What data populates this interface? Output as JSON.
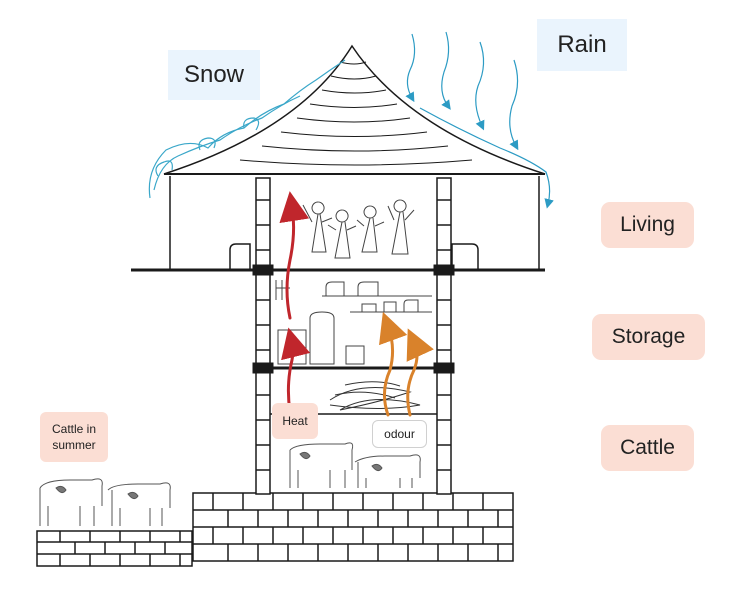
{
  "labels": {
    "snow": "Snow",
    "rain": "Rain",
    "living": "Living",
    "storage": "Storage",
    "cattle": "Cattle",
    "heat": "Heat",
    "odour": "odour",
    "cattle_in_summer": "Cattle in summer"
  },
  "colors": {
    "snow": "#3aa7c9",
    "rain": "#2c9bc4",
    "heat": "#c0262c",
    "odour": "#d9822b",
    "outline": "#1a1a1a",
    "label_blue_bg": "#eaf4fd",
    "label_pink_bg": "#fbded4"
  },
  "floors": [
    "Living",
    "Storage",
    "Cattle"
  ]
}
